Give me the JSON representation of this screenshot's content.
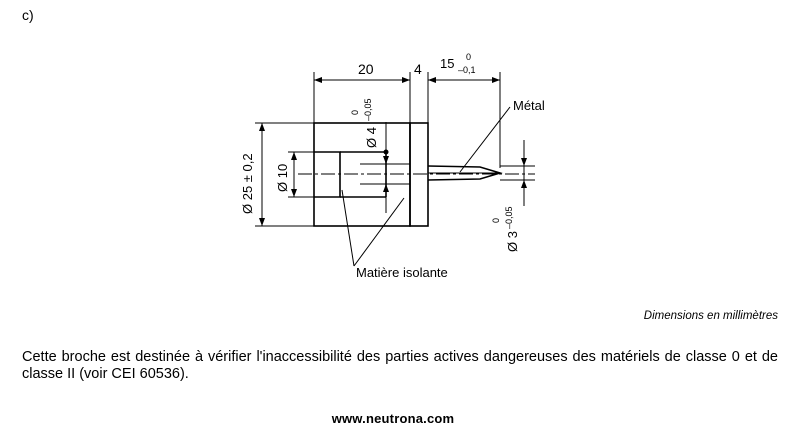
{
  "figure_label": "c)",
  "dimensions": {
    "length_body": "20",
    "collar": "4",
    "tip_length": "15",
    "tip_length_tol_upper": "0",
    "tip_length_tol_lower": "–0,1",
    "hole_dia": "Ø 4",
    "hole_dia_tol_upper": "0",
    "hole_dia_tol_lower": "–0,05",
    "outer_dia": "Ø 25 ± 0,2",
    "inner_dia": "Ø 10",
    "pin_dia": "Ø 3",
    "pin_dia_tol_upper": "0",
    "pin_dia_tol_lower": "–0,05"
  },
  "labels": {
    "metal": "Métal",
    "insulating": "Matière isolante"
  },
  "caption": "Dimensions en millimètres",
  "paragraph": "Cette broche est destinée à vérifier l'inaccessibilité des parties actives dangereuses des matériels de classe 0 et de classe II (voir CEI 60536).",
  "footer": "www.neutrona.com"
}
